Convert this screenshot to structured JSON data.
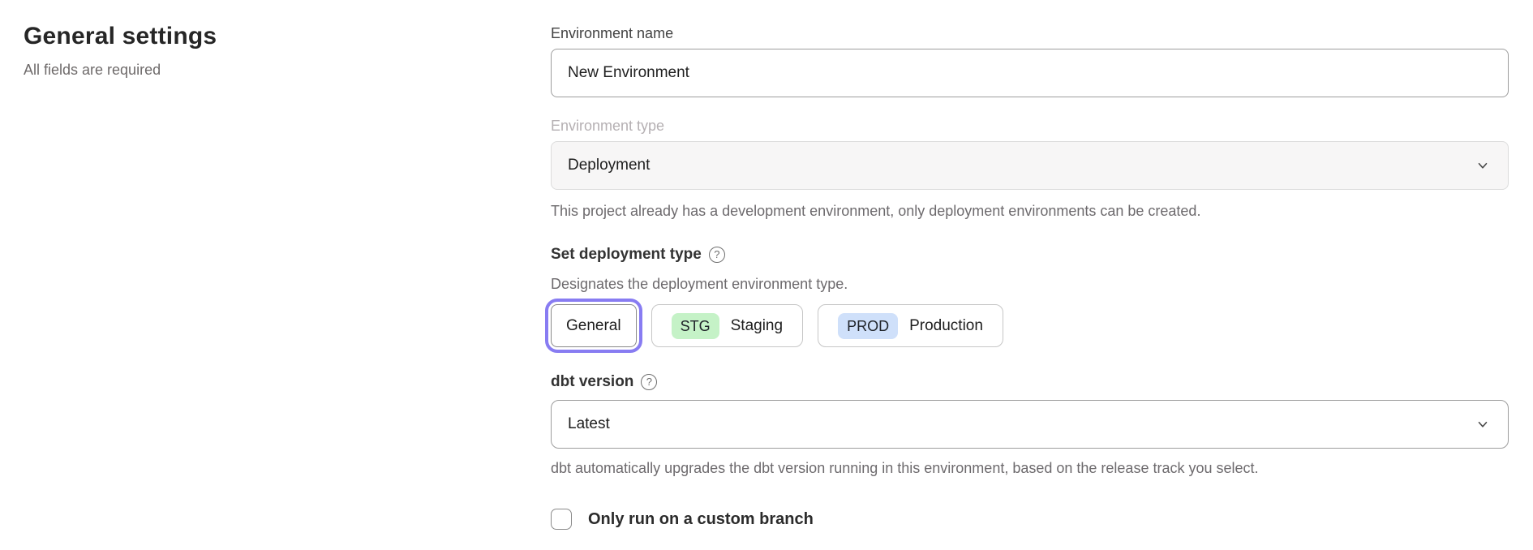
{
  "page": {
    "title": "General settings",
    "subtitle": "All fields are required"
  },
  "form": {
    "environment_name": {
      "label": "Environment name",
      "value": "New Environment"
    },
    "environment_type": {
      "label": "Environment type",
      "value": "Deployment",
      "disabled": true,
      "helper": "This project already has a development environment, only deployment environments can be created."
    },
    "deployment_type": {
      "label": "Set deployment type",
      "help_icon": "question-mark-circle",
      "description": "Designates the deployment environment type.",
      "options": [
        {
          "label": "General",
          "selected": true
        },
        {
          "badge": "STG",
          "label": "Staging",
          "selected": false,
          "badge_color": "#c5f2c7"
        },
        {
          "badge": "PROD",
          "label": "Production",
          "selected": false,
          "badge_color": "#cfe0fa"
        }
      ]
    },
    "dbt_version": {
      "label": "dbt version",
      "help_icon": "question-mark-circle",
      "value": "Latest",
      "helper": "dbt automatically upgrades the dbt version running in this environment, based on the release track you select."
    },
    "custom_branch": {
      "label": "Only run on a custom branch",
      "checked": false
    }
  },
  "icons": {
    "help": "?",
    "chevron_down": "chevron-down"
  },
  "colors": {
    "accent_purple": "#887cf2",
    "staging_badge": "#c5f2c7",
    "production_badge": "#cfe0fa"
  }
}
